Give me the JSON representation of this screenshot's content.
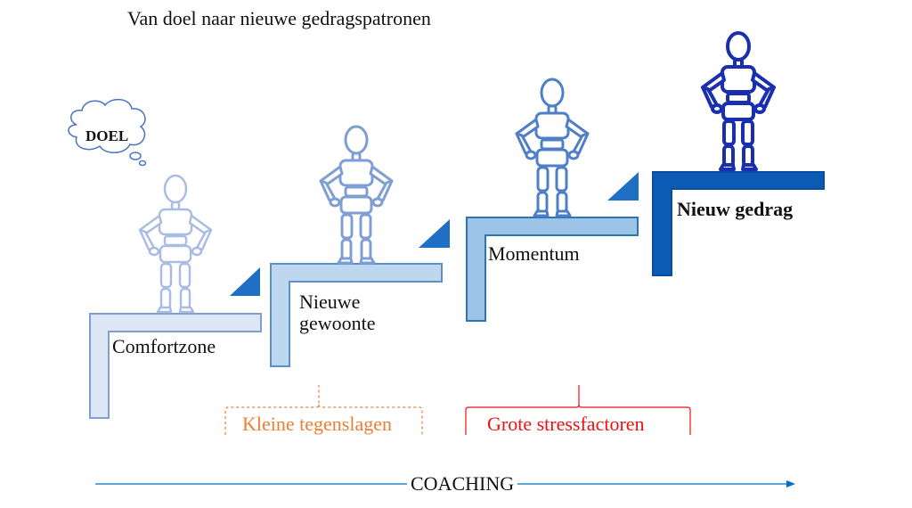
{
  "title": "Van doel naar nieuwe gedragspatronen",
  "thought_bubble": "DOEL",
  "steps": [
    {
      "label": "Comfortzone",
      "color": "#dce6f4",
      "stroke": "#7f9fd0",
      "figure": "#a9bde3"
    },
    {
      "label": "Nieuwe gewoonte",
      "color": "#bdd7ee",
      "stroke": "#5b8fd0",
      "figure": "#7f9fd4"
    },
    {
      "label": "Momentum",
      "color": "#9dc3e6",
      "stroke": "#2e75b6",
      "figure": "#4f7fc7"
    },
    {
      "label": "Nieuw gedrag",
      "color": "#0b5bb5",
      "stroke": "#0b4ea0",
      "figure": "#1a2fb0"
    }
  ],
  "setbacks": [
    {
      "label": "Kleine tegenslagen",
      "color": "#ed7d31"
    },
    {
      "label": "Grote stressfactoren",
      "color": "#ee1111"
    }
  ],
  "arrow_label": "COACHING",
  "accent": "#0070c0"
}
